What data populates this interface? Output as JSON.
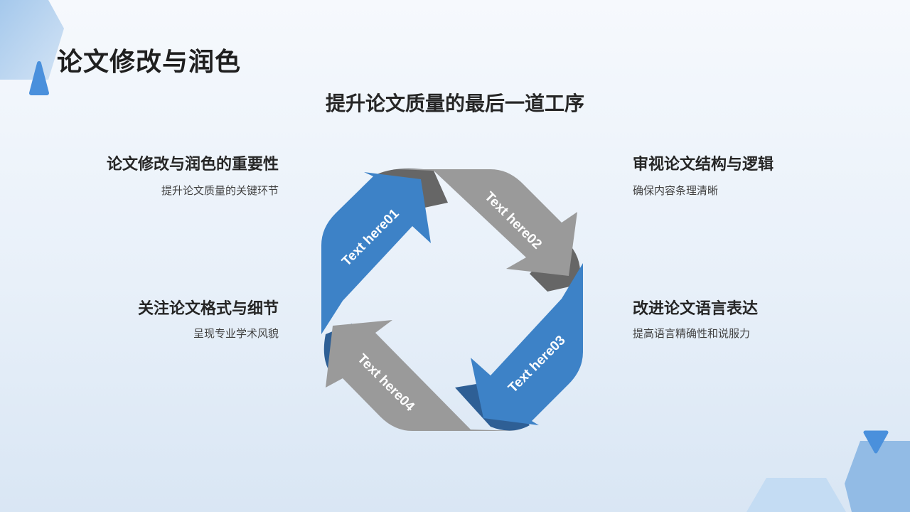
{
  "slide": {
    "title": "论文修改与润色",
    "subtitle": "提升论文质量的最后一道工序"
  },
  "points": [
    {
      "title": "论文修改与润色的重要性",
      "desc": "提升论文质量的关键环节"
    },
    {
      "title": "审视论文结构与逻辑",
      "desc": "确保内容条理清晰"
    },
    {
      "title": "关注论文格式与细节",
      "desc": "呈现专业学术风貌"
    },
    {
      "title": "改进论文语言表达",
      "desc": "提高语言精确性和说服力"
    }
  ],
  "cycle": {
    "arrows": [
      {
        "label": "Text here01",
        "color": "#3d82c7"
      },
      {
        "label": "Text here02",
        "color": "#9a9a9a"
      },
      {
        "label": "Text here03",
        "color": "#3d82c7"
      },
      {
        "label": "Text here04",
        "color": "#9a9a9a"
      }
    ],
    "fold_colors": {
      "blue": "#2e5f95",
      "gray": "#666666"
    }
  },
  "colors": {
    "title": "#1f1f1f",
    "text": "#262626",
    "deco_blue": "#7aaee0",
    "deco_light": "#bfd9f2"
  }
}
